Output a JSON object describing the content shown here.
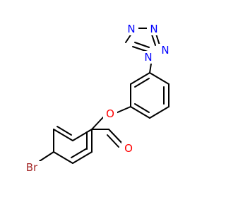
{
  "colors": {
    "bond": "#000000",
    "nitrogen": "#0000ff",
    "oxygen": "#ff0000",
    "bromine": "#a52a2a"
  },
  "labels": {
    "n1": "N",
    "n2": "N",
    "n3": "N",
    "n4": "N",
    "o_ester": "O",
    "o_carbonyl": "O",
    "br": "Br"
  }
}
